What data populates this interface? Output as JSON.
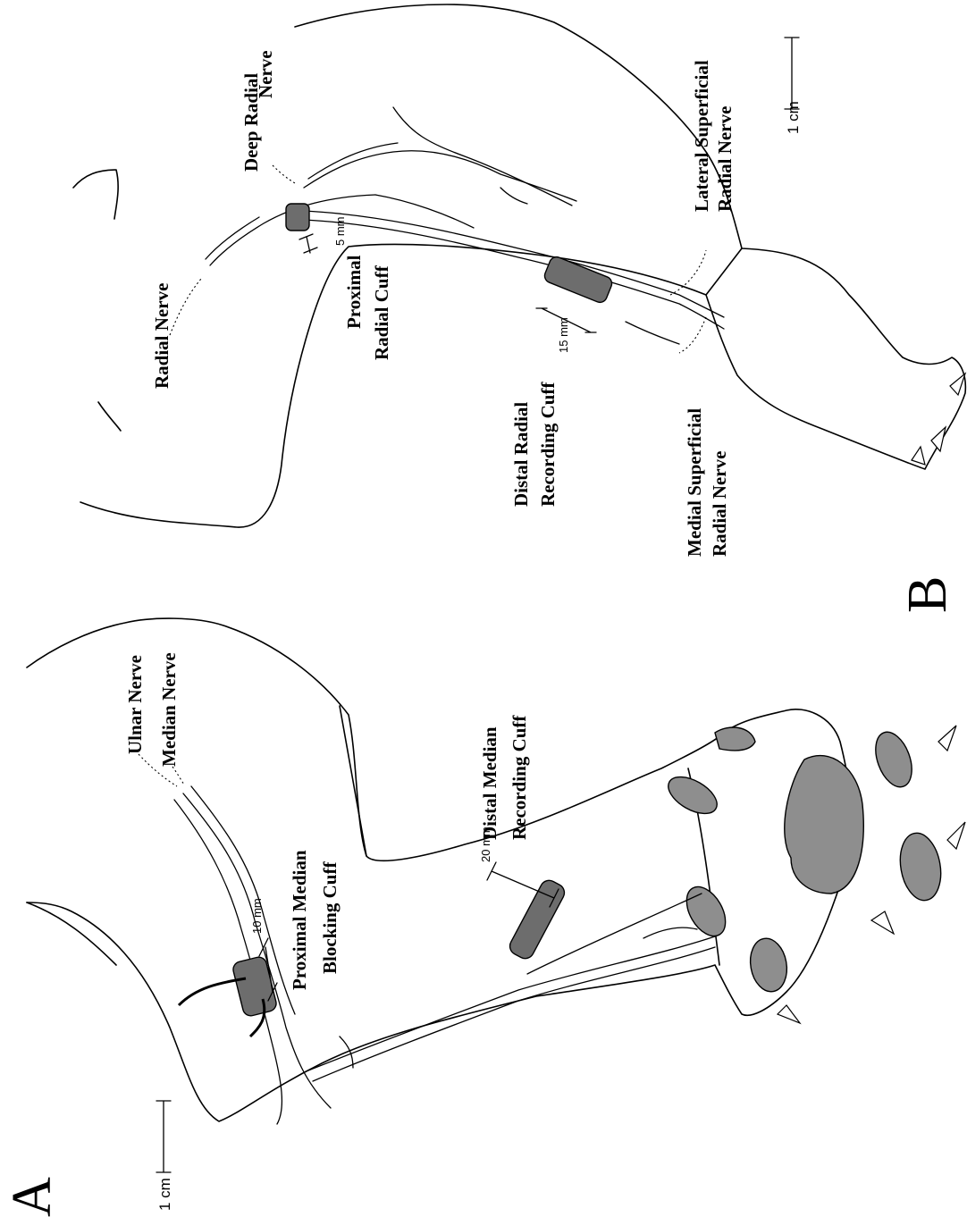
{
  "panel_a": {
    "label": "A",
    "scale_bar": "1 cm",
    "labels": {
      "ulnar_nerve": "Ulnar Nerve",
      "median_nerve": "Median Nerve",
      "proximal_cuff_line1": "Proximal Median",
      "proximal_cuff_line2": "Blocking Cuff",
      "distal_cuff_line1": "Distal Median",
      "distal_cuff_line2": "Recording Cuff"
    },
    "dimensions": {
      "proximal": "10 mm",
      "distal": "20 mm"
    }
  },
  "panel_b": {
    "label": "B",
    "scale_bar": "1 cm",
    "labels": {
      "radial_nerve": "Radial Nerve",
      "deep_radial_line1": "Deep Radial",
      "deep_radial_line2": "Nerve",
      "proximal_cuff_line1": "Proximal",
      "proximal_cuff_line2": "Radial Cuff",
      "distal_cuff_line1": "Distal Radial",
      "distal_cuff_line2": "Recording Cuff",
      "medial_sup_line1": "Medial Superficial",
      "medial_sup_line2": "Radial Nerve",
      "lateral_sup_line1": "Lateral Superficial",
      "lateral_sup_line2": "Radial Nerve"
    },
    "dimensions": {
      "proximal": "5 mm",
      "distal": "15 mm"
    }
  }
}
